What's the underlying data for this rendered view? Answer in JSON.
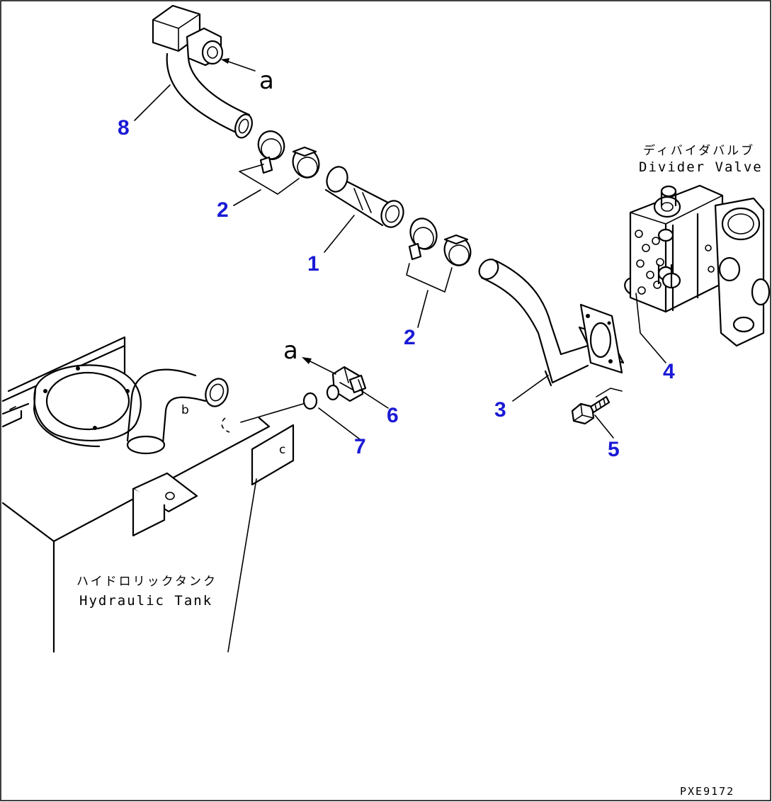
{
  "callouts": {
    "c1": "1",
    "c2a": "2",
    "c2b": "2",
    "c3": "3",
    "c4": "4",
    "c5": "5",
    "c6": "6",
    "c7": "7",
    "c8": "8"
  },
  "labels": {
    "divider_valve_jp": "ディバイダバルブ",
    "divider_valve_en": "Divider Valve",
    "hydraulic_tank_jp": "ハイドロリックタンク",
    "hydraulic_tank_en": "Hydraulic Tank",
    "ref_a_top": "a",
    "ref_a_mid": "a",
    "ref_b": "b",
    "ref_c": "c"
  },
  "drawing_code": "PXE9172",
  "colors": {
    "callout": "#1a1ad6",
    "line": "#000000",
    "background": "#ffffff"
  }
}
